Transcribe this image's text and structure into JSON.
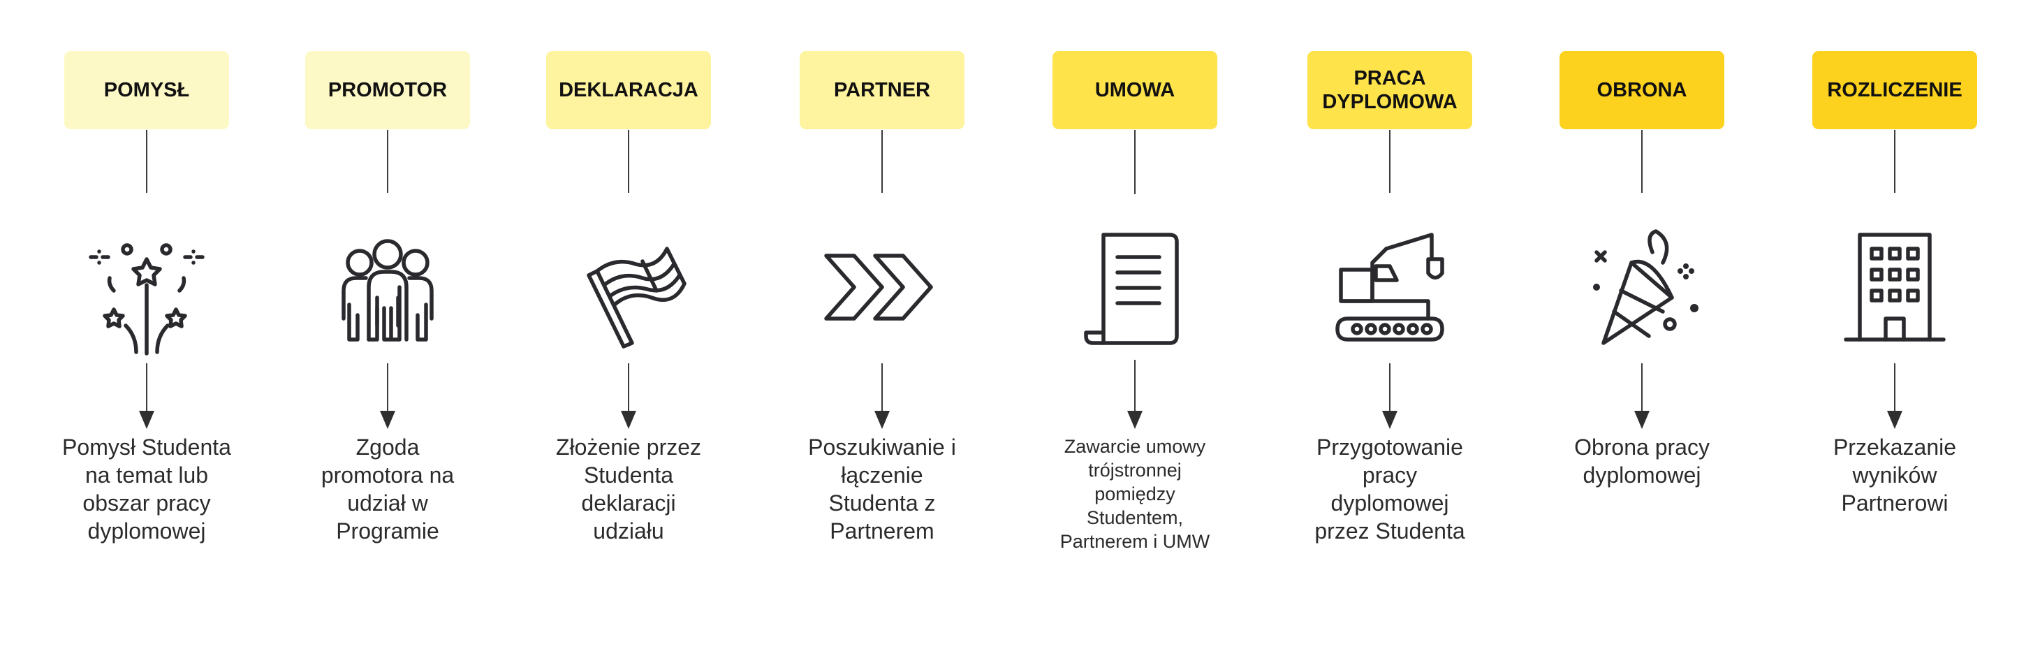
{
  "steps": [
    {
      "label": "POMYSŁ",
      "desc": "Pomysł Studenta na temat lub obszar pracy dyplomowej",
      "color": "#FDF9C6",
      "icon": "fireworks-icon"
    },
    {
      "label": "PROMOTOR",
      "desc": "Zgoda promotora na udział w Programie",
      "color": "#FDF9C6",
      "icon": "people-group-icon"
    },
    {
      "label": "DEKLARACJA",
      "desc": "Złożenie przez Studenta deklaracji udziału",
      "color": "#FEF49F",
      "icon": "flag-icon"
    },
    {
      "label": "PARTNER",
      "desc": "Poszukiwanie i łączenie Studenta z Partnerem",
      "color": "#FEF49F",
      "icon": "double-chevron-icon"
    },
    {
      "label": "UMOWA",
      "desc": "Zawarcie umowy trójstronnej pomiędzy Studentem, Partnerem i UMW",
      "color": "#FEE34A",
      "icon": "document-scroll-icon"
    },
    {
      "label": "PRACA DYPLOMOWA",
      "desc": "Przygotowanie pracy dyplomowej przez Studenta",
      "color": "#FEE34A",
      "icon": "excavator-icon"
    },
    {
      "label": "OBRONA",
      "desc": "Obrona pracy dyplomowej",
      "color": "#FCD21E",
      "icon": "party-popper-icon"
    },
    {
      "label": "ROZLICZENIE",
      "desc": "Przekazanie wyników Partnerowi",
      "color": "#FCD21E",
      "icon": "office-building-icon"
    }
  ]
}
